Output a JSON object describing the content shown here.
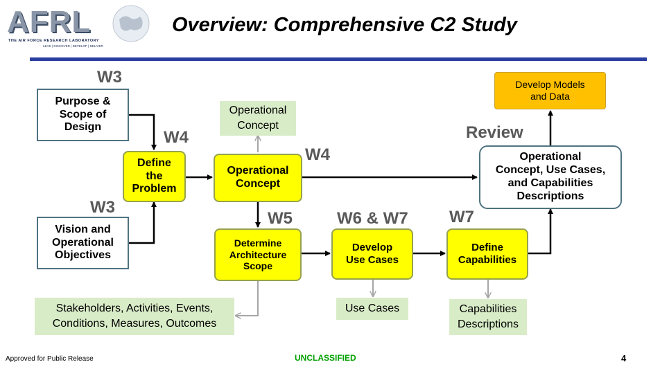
{
  "header": {
    "logo_text": "AFRL",
    "logo_subtitle": "THE AIR FORCE RESEARCH LABORATORY",
    "logo_tagline": "LEAD | DISCOVER | DEVELOP | DELIVER",
    "title": "Overview: Comprehensive C2 Study"
  },
  "diagram": {
    "labels": {
      "w3_top": "W3",
      "w4_define": "W4",
      "w3_bottom": "W3",
      "w4_opconcept": "W4",
      "w5": "W5",
      "w6_w7": "W6 & W7",
      "w7": "W7",
      "review": "Review"
    },
    "nodes": {
      "purpose_scope": "Purpose &\nScope of\nDesign",
      "vision_objectives": "Vision and\nOperational\nObjectives",
      "define_problem": "Define\nthe\nProblem",
      "operational_concept": "Operational\nConcept",
      "determine_scope": "Determine\nArchitecture\nScope",
      "develop_use_cases": "Develop\nUse Cases",
      "define_capabilities": "Define\nCapabilities",
      "review_box": "Operational\nConcept, Use Cases,\nand Capabilities\nDescriptions",
      "develop_models": "Develop Models\nand Data"
    },
    "outputs": {
      "op_concept_output": "Operational\nConcept",
      "stakeholders_output": "Stakeholders, Activities, Events,\nConditions, Measures, Outcomes",
      "use_cases_output": "Use Cases",
      "capabilities_output": "Capabilities\nDescriptions"
    }
  },
  "footer": {
    "release": "Approved for Public Release",
    "classification": "UNCLASSIFIED",
    "page_number": "4"
  },
  "colors": {
    "task_fill": "#ffff00",
    "output_fill": "#d9ecc8",
    "models_fill": "#ffc000",
    "rule": "#2b3fa0",
    "classification": "#00a000"
  }
}
